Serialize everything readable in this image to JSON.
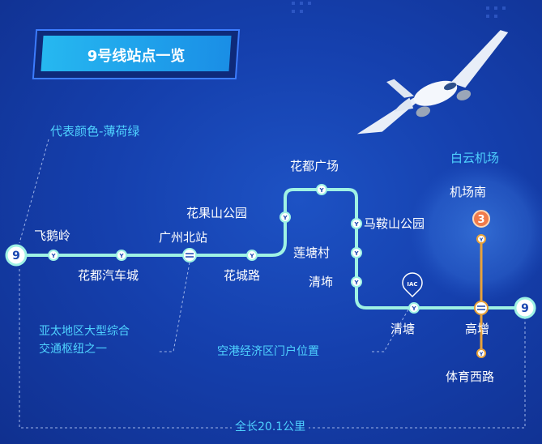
{
  "title": "9号线站点一览",
  "line_color_note": "代表颜色-薄荷绿",
  "total_length": "全长20.1公里",
  "line_number": "9",
  "line3_number": "3",
  "iac_label": "IAC",
  "colors": {
    "background": "#1540ae",
    "line9": "#9ff2e4",
    "line3": "#e8a23a",
    "accent": "#4fd2ff",
    "station_fill": "#ffffff"
  },
  "stations": {
    "feieling": "飞鹅岭",
    "huadu_bus": "花都汽车城",
    "guangzhou_north": "广州北站",
    "huaguoshan": "花果山公园",
    "huacheng_rd": "花城路",
    "huadu_square": "花都广场",
    "maanshan": "马鞍山公园",
    "liantangcun": "莲塘村",
    "qingbu": "清㘵",
    "qingtang": "清塘",
    "gaozeng": "高增",
    "airport_south": "机场南",
    "tiyu_xilu": "体育西路"
  },
  "annotations": {
    "baiyun_airport": "白云机场",
    "hub_line1": "亚太地区大型综合",
    "hub_line2": "交通枢纽之一",
    "gateway": "空港经济区门户位置"
  },
  "icons": [
    "airplane-icon",
    "station-y-icon",
    "interchange-icon",
    "location-pin-icon"
  ]
}
